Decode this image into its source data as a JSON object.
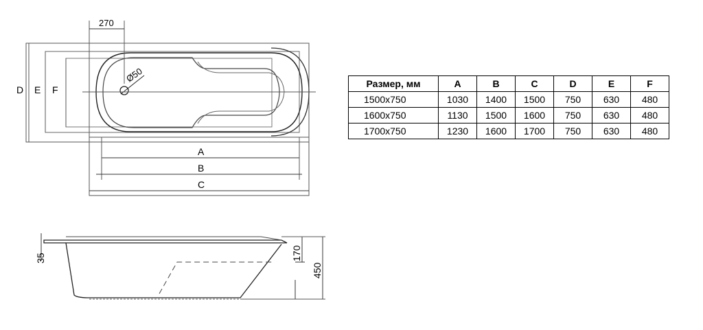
{
  "plan_view": {
    "dim_top": "270",
    "dim_drain": "Ø50",
    "dim_a": "A",
    "dim_b": "B",
    "dim_c": "C",
    "dim_d": "D",
    "dim_e": "E",
    "dim_f": "F"
  },
  "side_view": {
    "dim_rim": "35",
    "dim_depth": "170",
    "dim_height": "450"
  },
  "table": {
    "headers": [
      "Размер, мм",
      "A",
      "B",
      "C",
      "D",
      "E",
      "F"
    ],
    "rows": [
      [
        "1500x750",
        "1030",
        "1400",
        "1500",
        "750",
        "630",
        "480"
      ],
      [
        "1600x750",
        "1130",
        "1500",
        "1600",
        "750",
        "630",
        "480"
      ],
      [
        "1700x750",
        "1230",
        "1600",
        "1700",
        "750",
        "630",
        "480"
      ]
    ]
  }
}
